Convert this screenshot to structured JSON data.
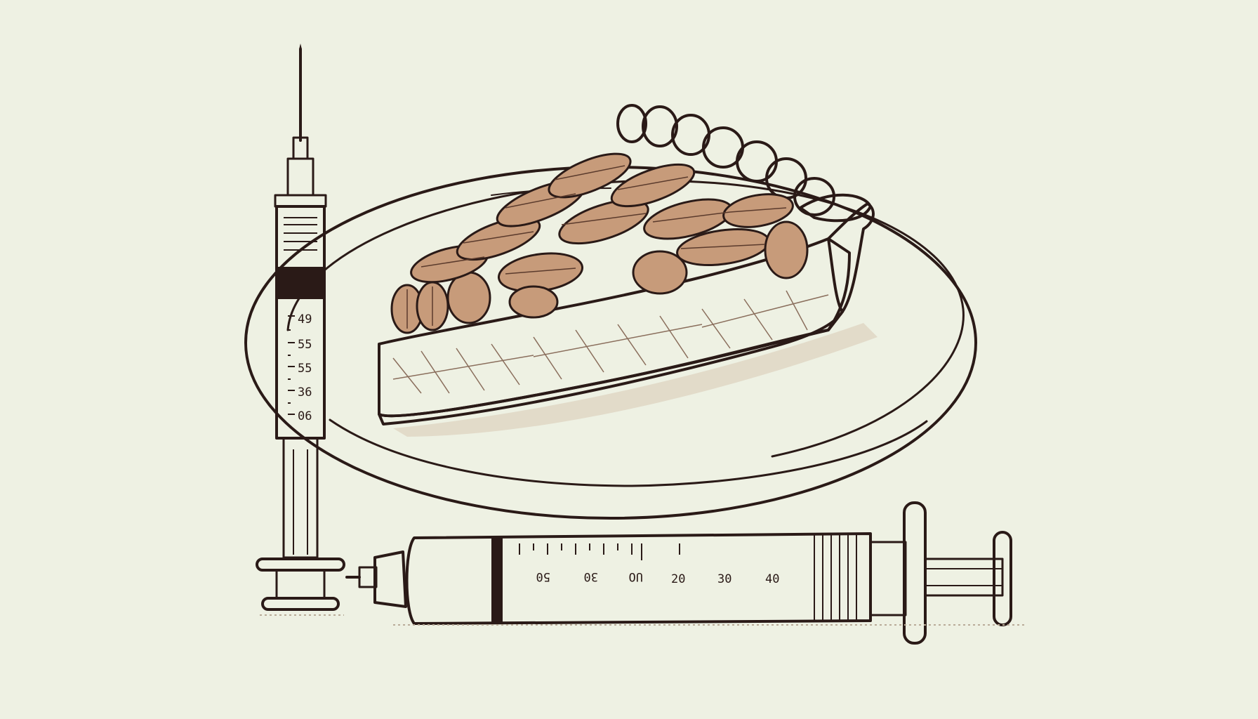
{
  "colors": {
    "background": "#eef1e3",
    "ink": "#2a1a17",
    "pecan": "#c79b7a",
    "crust": "#f4eee4",
    "plate": "#f1f2e6"
  },
  "vertical_syringe": {
    "scale_labels": [
      "49",
      "55",
      "55",
      "36",
      "06"
    ]
  },
  "horizontal_syringe": {
    "scale_labels": [
      "50",
      "30",
      "UO",
      "20",
      "30",
      "40"
    ]
  }
}
